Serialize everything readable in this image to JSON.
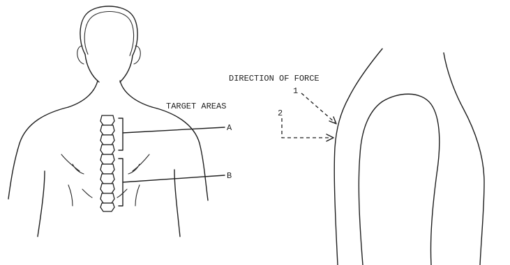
{
  "labels": {
    "target_areas": "TARGET AREAS",
    "direction_of_force": "DIRECTION OF FORCE",
    "area_a": "A",
    "area_b": "B",
    "force_1": "1",
    "force_2": "2"
  },
  "colors": {
    "ink": "#1e1e1e",
    "background": "#ffffff"
  }
}
